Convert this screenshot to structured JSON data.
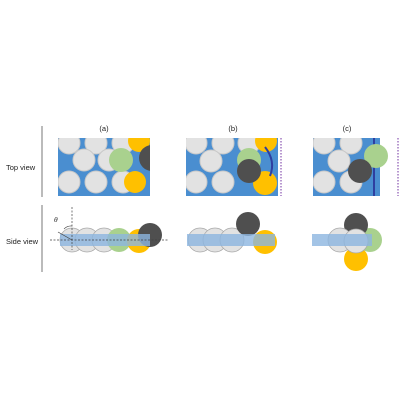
{
  "panels": [
    {
      "label": "(a)"
    },
    {
      "label": "(b)"
    },
    {
      "label": "(c)"
    }
  ],
  "rows": [
    {
      "label": "Top view"
    },
    {
      "label": "Side view"
    }
  ],
  "angle_symbol": "θ",
  "colors": {
    "background_blue": "#4a8ed0",
    "particle_gray": "#e2e2e2",
    "particle_outline": "#a9a9a9",
    "particle_green": "#a9d18e",
    "particle_yellow": "#ffc000",
    "particle_dark": "#4f4f4f",
    "side_band": "#8cb5e0",
    "meniscus": "#2e3fa0",
    "dotted_line": "#7030a0",
    "axis_line": "#404040"
  }
}
